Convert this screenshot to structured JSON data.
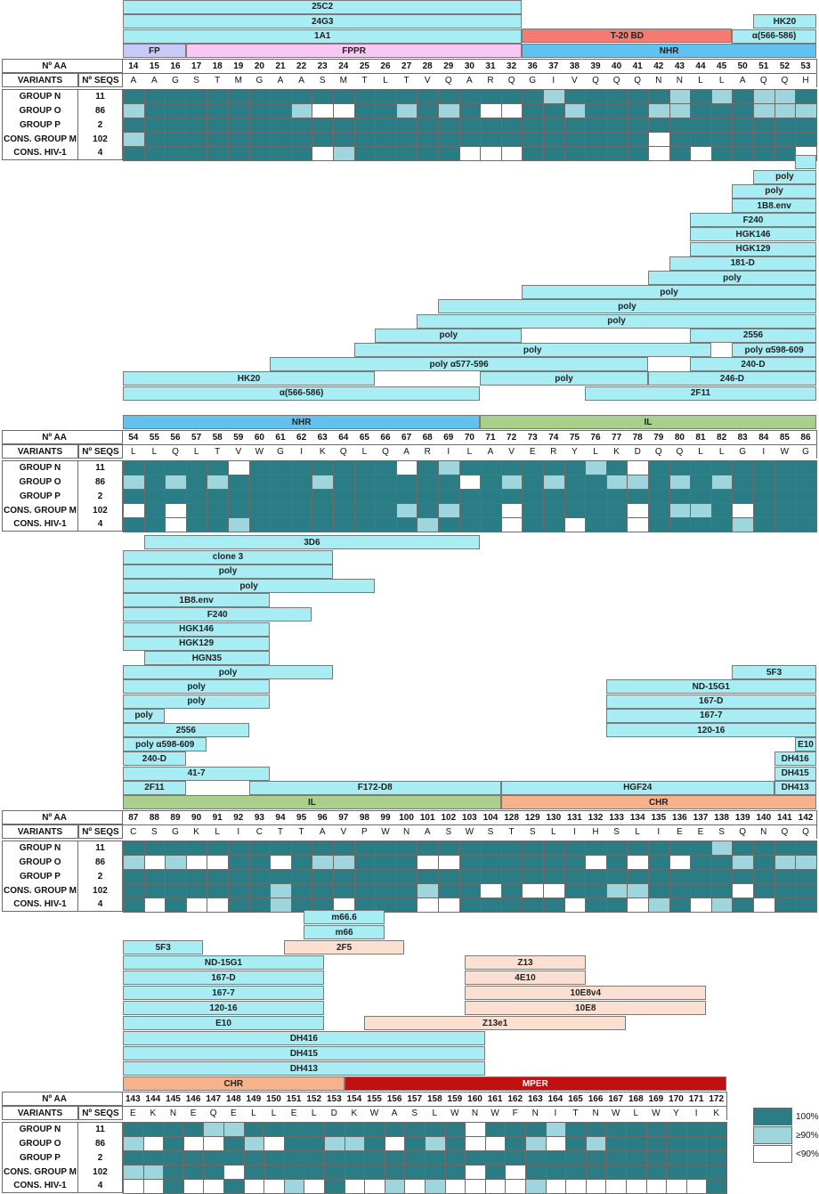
{
  "colors": {
    "dark": "#2a7d84",
    "mid": "#9fd6de",
    "light": "#ffffff",
    "bar": "#a8ecf4",
    "fp": "#c9c9f7",
    "fppr": "#f9c7f4",
    "t20": "#f27b72",
    "nhr": "#61c2f0",
    "il": "#a7d08b",
    "chr": "#f6b28a",
    "mper": "#c20f0f",
    "peach": "#fbe0d2"
  },
  "labels": {
    "aa": "Nº AA",
    "variants": "VARIANTS",
    "seqs": "Nº SEQS"
  },
  "groups": [
    {
      "name": "GROUP N",
      "seqs": "11"
    },
    {
      "name": "GROUP O",
      "seqs": "86"
    },
    {
      "name": "GROUP P",
      "seqs": "2"
    },
    {
      "name": "CONS. GROUP M",
      "seqs": "102"
    },
    {
      "name": "CONS. HIV-1",
      "seqs": "4"
    }
  ],
  "legend": [
    {
      "key": "dark",
      "label": "100%"
    },
    {
      "key": "mid",
      "label": "≥90%"
    },
    {
      "key": "light",
      "label": "<90%"
    }
  ],
  "panels": [
    {
      "pos": [
        "14",
        "15",
        "16",
        "17",
        "18",
        "19",
        "20",
        "21",
        "22",
        "23",
        "24",
        "25",
        "26",
        "27",
        "28",
        "29",
        "30",
        "31",
        "32",
        "36",
        "37",
        "38",
        "39",
        "40",
        "41",
        "42",
        "43",
        "44",
        "45",
        "50",
        "51",
        "52",
        "53"
      ],
      "aa": [
        "A",
        "A",
        "G",
        "S",
        "T",
        "M",
        "G",
        "A",
        "A",
        "S",
        "M",
        "T",
        "L",
        "T",
        "V",
        "Q",
        "A",
        "R",
        "Q",
        "G",
        "I",
        "V",
        "Q",
        "Q",
        "Q",
        "N",
        "N",
        "L",
        "L",
        "A",
        "Q",
        "Q",
        "H"
      ],
      "cells": [
        "DDDDDDDDDDDDDDDDDDDDMDDDDDMDMDMMD",
        "MDDDDDDDMLLDDMDMDLLDDMDDDMMDDDMMM",
        "DDDDDDDDDDDDDDDDDDDDDDDDDDDDDDDDD",
        "MDDDDDDDDDDDDDDDDDDDDDDDDLDDDDDDD",
        "DDDDDDDDDLMDDDDDLLLDDDDDDLDLDDDDL"
      ],
      "regions": [
        {
          "label": "FP",
          "from": 0,
          "to": 2,
          "color": "fp"
        },
        {
          "label": "FPPR",
          "from": 3,
          "to": 18,
          "color": "fppr"
        },
        {
          "label": "T-20 BD",
          "from": 19,
          "to": 28,
          "color": "t20"
        },
        {
          "label": "NHR",
          "from": 19,
          "to": 32,
          "color": "nhr"
        }
      ],
      "bars": [
        {
          "label": "25C2",
          "from": 0,
          "to": 18,
          "row": 3,
          "color": "bar"
        },
        {
          "label": "24G3",
          "from": 0,
          "to": 18,
          "row": 2,
          "color": "bar"
        },
        {
          "label": "HK20",
          "from": 30,
          "to": 32,
          "row": 2,
          "color": "bar"
        },
        {
          "label": "1A1",
          "from": 0,
          "to": 18,
          "row": 1,
          "color": "bar"
        },
        {
          "label": "α(566-586)",
          "from": 29,
          "to": 32,
          "row": 1,
          "color": "bar"
        }
      ]
    },
    {
      "pos": [
        "54",
        "55",
        "56",
        "57",
        "58",
        "59",
        "60",
        "61",
        "62",
        "63",
        "64",
        "65",
        "66",
        "67",
        "68",
        "69",
        "70",
        "71",
        "72",
        "73",
        "74",
        "75",
        "76",
        "77",
        "78",
        "79",
        "80",
        "81",
        "82",
        "83",
        "84",
        "85",
        "86"
      ],
      "aa": [
        "L",
        "L",
        "Q",
        "L",
        "T",
        "V",
        "W",
        "G",
        "I",
        "K",
        "Q",
        "L",
        "Q",
        "A",
        "R",
        "I",
        "L",
        "A",
        "V",
        "E",
        "R",
        "Y",
        "L",
        "K",
        "D",
        "Q",
        "Q",
        "L",
        "L",
        "G",
        "I",
        "W",
        "G"
      ],
      "cells": [
        "DDDDDLDDDDDDDLDMDDDDDDMDLDDDDDDDD",
        "MDMDMDDDDMDDDDDDLDMDMDDMMDMDMDDDD",
        "DDDDDDDDDDDDDDDDDDDDDDDDDDDDDDDDD",
        "LDLDDDDDDDDDDMDMDDLDDDDDLDMMDLDDD",
        "DDLDDMDDDDDDDDMDDDLDDLDDLDDDDMDDD"
      ],
      "regions": [
        {
          "label": "NHR",
          "from": 0,
          "to": 16,
          "color": "nhr"
        },
        {
          "label": "IL",
          "from": 17,
          "to": 32,
          "color": "il"
        }
      ],
      "bars": [
        {
          "label": "",
          "from": 32,
          "to": 32,
          "row": 18,
          "color": "bar"
        },
        {
          "label": "poly",
          "from": 30,
          "to": 32,
          "row": 17,
          "color": "bar"
        },
        {
          "label": "poly",
          "from": 29,
          "to": 32,
          "row": 16,
          "color": "bar"
        },
        {
          "label": "1B8.env",
          "from": 29,
          "to": 32,
          "row": 15,
          "color": "bar"
        },
        {
          "label": "F240",
          "from": 27,
          "to": 32,
          "row": 14,
          "color": "bar"
        },
        {
          "label": "HGK146",
          "from": 27,
          "to": 32,
          "row": 13,
          "color": "bar"
        },
        {
          "label": "HGK129",
          "from": 27,
          "to": 32,
          "row": 12,
          "color": "bar"
        },
        {
          "label": "181-D",
          "from": 26,
          "to": 32,
          "row": 11,
          "color": "bar"
        },
        {
          "label": "poly",
          "from": 25,
          "to": 32,
          "row": 10,
          "color": "bar"
        },
        {
          "label": "poly",
          "from": 19,
          "to": 32,
          "row": 9,
          "color": "bar"
        },
        {
          "label": "poly",
          "from": 15,
          "to": 32,
          "row": 8,
          "color": "bar"
        },
        {
          "label": "poly",
          "from": 14,
          "to": 32,
          "row": 7,
          "color": "bar"
        },
        {
          "label": "poly",
          "from": 12,
          "to": 18,
          "row": 6,
          "color": "bar"
        },
        {
          "label": "2556",
          "from": 27,
          "to": 32,
          "row": 6,
          "color": "bar"
        },
        {
          "label": "poly",
          "from": 11,
          "to": 27,
          "row": 5,
          "color": "bar"
        },
        {
          "label": "poly α598-609",
          "from": 29,
          "to": 32,
          "row": 5,
          "color": "bar"
        },
        {
          "label": "poly α577-596",
          "from": 7,
          "to": 24,
          "row": 4,
          "color": "bar"
        },
        {
          "label": "240-D",
          "from": 27,
          "to": 32,
          "row": 4,
          "color": "bar"
        },
        {
          "label": "HK20",
          "from": 0,
          "to": 11,
          "row": 3,
          "color": "bar"
        },
        {
          "label": "poly",
          "from": 17,
          "to": 24,
          "row": 3,
          "color": "bar"
        },
        {
          "label": "246-D",
          "from": 25,
          "to": 32,
          "row": 3,
          "color": "bar"
        },
        {
          "label": "α(566-586)",
          "from": 0,
          "to": 16,
          "row": 2,
          "color": "bar"
        },
        {
          "label": "2F11",
          "from": 22,
          "to": 32,
          "row": 2,
          "color": "bar"
        }
      ]
    },
    {
      "pos": [
        "87",
        "88",
        "89",
        "90",
        "91",
        "92",
        "93",
        "94",
        "95",
        "96",
        "97",
        "98",
        "99",
        "100",
        "101",
        "102",
        "103",
        "104",
        "128",
        "129",
        "130",
        "131",
        "132",
        "133",
        "134",
        "135",
        "136",
        "137",
        "138",
        "139",
        "140",
        "141",
        "142"
      ],
      "aa": [
        "C",
        "S",
        "G",
        "K",
        "L",
        "I",
        "C",
        "T",
        "T",
        "A",
        "V",
        "P",
        "W",
        "N",
        "A",
        "S",
        "W",
        "S",
        "T",
        "S",
        "L",
        "I",
        "H",
        "S",
        "L",
        "I",
        "E",
        "E",
        "S",
        "Q",
        "N",
        "Q",
        "Q"
      ],
      "cells": [
        "DDDDDDDDDDDDDDDDDDDDDDDDDDDDMDDDD",
        "MLMLLDDLDMMDDDLLDDDDDDLDLDLDDMDMM",
        "DDDDDDDDDDDDDDDDDDDDDDDDDDDDDDDDD",
        "DDDDDDDMDDDDDDMDDLDLLDDMMDDDDLDDD",
        "DLDLLDDMDDLDDDLLDDDDDLDDLMDLMDLDD"
      ],
      "regions": [
        {
          "label": "IL",
          "from": 0,
          "to": 17,
          "color": "il"
        },
        {
          "label": "CHR",
          "from": 18,
          "to": 32,
          "color": "chr"
        }
      ],
      "bars": [
        {
          "label": "3D6",
          "from": 1,
          "to": 16,
          "row": 18,
          "color": "bar"
        },
        {
          "label": "clone 3",
          "from": 0,
          "to": 9,
          "row": 17,
          "color": "bar"
        },
        {
          "label": "poly",
          "from": 0,
          "to": 9,
          "row": 16,
          "color": "bar"
        },
        {
          "label": "poly",
          "from": 0,
          "to": 11,
          "row": 15,
          "color": "bar"
        },
        {
          "label": "1B8.env",
          "from": 0,
          "to": 6,
          "row": 14,
          "color": "bar"
        },
        {
          "label": "F240",
          "from": 0,
          "to": 8,
          "row": 13,
          "color": "bar"
        },
        {
          "label": "HGK146",
          "from": 0,
          "to": 6,
          "row": 12,
          "color": "bar"
        },
        {
          "label": "HGK129",
          "from": 0,
          "to": 6,
          "row": 11,
          "color": "bar"
        },
        {
          "label": "HGN35",
          "from": 1,
          "to": 6,
          "row": 10,
          "color": "bar"
        },
        {
          "label": "poly",
          "from": 0,
          "to": 9,
          "row": 9,
          "color": "bar"
        },
        {
          "label": "5F3",
          "from": 29,
          "to": 32,
          "row": 9,
          "color": "bar"
        },
        {
          "label": "poly",
          "from": 0,
          "to": 6,
          "row": 8,
          "color": "bar"
        },
        {
          "label": "ND-15G1",
          "from": 23,
          "to": 32,
          "row": 8,
          "color": "bar"
        },
        {
          "label": "poly",
          "from": 0,
          "to": 6,
          "row": 7,
          "color": "bar"
        },
        {
          "label": "167-D",
          "from": 23,
          "to": 32,
          "row": 7,
          "color": "bar"
        },
        {
          "label": "poly",
          "from": 0,
          "to": 1,
          "row": 6,
          "color": "bar"
        },
        {
          "label": "167-7",
          "from": 23,
          "to": 32,
          "row": 6,
          "color": "bar"
        },
        {
          "label": "2556",
          "from": 0,
          "to": 5,
          "row": 5,
          "color": "bar"
        },
        {
          "label": "120-16",
          "from": 23,
          "to": 32,
          "row": 5,
          "color": "bar"
        },
        {
          "label": "poly α598-609",
          "from": 0,
          "to": 3,
          "row": 4,
          "color": "bar"
        },
        {
          "label": "E10",
          "from": 32,
          "to": 32,
          "row": 4,
          "color": "bar"
        },
        {
          "label": "240-D",
          "from": 0,
          "to": 2,
          "row": 3,
          "color": "bar"
        },
        {
          "label": "DH416",
          "from": 31,
          "to": 32,
          "row": 3,
          "color": "bar"
        },
        {
          "label": "41-7",
          "from": 0,
          "to": 6,
          "row": 2,
          "color": "bar"
        },
        {
          "label": "DH415",
          "from": 31,
          "to": 32,
          "row": 2,
          "color": "bar"
        },
        {
          "label": "2F11",
          "from": 0,
          "to": 2,
          "row": 1,
          "color": "bar"
        },
        {
          "label": "F172-D8",
          "from": 6,
          "to": 17,
          "row": 1,
          "color": "bar"
        },
        {
          "label": "HGF24",
          "from": 18,
          "to": 30,
          "row": 1,
          "color": "bar"
        },
        {
          "label": "DH413",
          "from": 31,
          "to": 32,
          "row": 1,
          "color": "bar"
        }
      ]
    },
    {
      "pos": [
        "143",
        "144",
        "145",
        "146",
        "147",
        "148",
        "149",
        "150",
        "151",
        "152",
        "153",
        "154",
        "155",
        "156",
        "157",
        "158",
        "159",
        "160",
        "161",
        "162",
        "163",
        "164",
        "165",
        "166",
        "167",
        "168",
        "169",
        "170",
        "171",
        "172"
      ],
      "aa": [
        "E",
        "K",
        "N",
        "E",
        "Q",
        "E",
        "L",
        "L",
        "E",
        "L",
        "D",
        "K",
        "W",
        "A",
        "S",
        "L",
        "W",
        "N",
        "W",
        "F",
        "N",
        "I",
        "T",
        "N",
        "W",
        "L",
        "W",
        "Y",
        "I",
        "K"
      ],
      "cells": [
        "DDDDMMDDDDDDDDDDDLDDDMDDDDDDDD",
        "MLDLLDMLDDMMDLDMDLLDMLDMDDDDDD",
        "DDDDDDDDDDDDDDDDDDDDDDDDDDDDDD",
        "MMDDDLDDDDDDDDDDDLDLDDDDDDDDDD",
        "LLDLLDLLMLDLLMLMLLLLMLLLLLLLLD"
      ],
      "regions": [
        {
          "label": "CHR",
          "from": 0,
          "to": 10,
          "color": "chr"
        },
        {
          "label": "MPER",
          "from": 11,
          "to": 29,
          "color": "mper"
        }
      ],
      "bars": [
        {
          "label": "m66.6",
          "from": 9,
          "to": 12,
          "row": 9,
          "color": "bar"
        },
        {
          "label": "m66",
          "from": 9,
          "to": 12,
          "row": 8,
          "color": "bar"
        },
        {
          "label": "2F5",
          "from": 8,
          "to": 13,
          "row": 7,
          "color": "peach"
        },
        {
          "label": "5F3",
          "from": 0,
          "to": 3,
          "row": 7,
          "color": "bar"
        },
        {
          "label": "ND-15G1",
          "from": 0,
          "to": 9,
          "row": 6,
          "color": "bar"
        },
        {
          "label": "Z13",
          "from": 17,
          "to": 22,
          "row": 6,
          "color": "peach"
        },
        {
          "label": "167-D",
          "from": 0,
          "to": 9,
          "row": 5,
          "color": "bar"
        },
        {
          "label": "4E10",
          "from": 17,
          "to": 22,
          "row": 5,
          "color": "peach"
        },
        {
          "label": "167-7",
          "from": 0,
          "to": 9,
          "row": 4,
          "color": "bar"
        },
        {
          "label": "10E8v4",
          "from": 17,
          "to": 28,
          "row": 4,
          "color": "peach"
        },
        {
          "label": "120-16",
          "from": 0,
          "to": 9,
          "row": 3,
          "color": "bar"
        },
        {
          "label": "10E8",
          "from": 17,
          "to": 28,
          "row": 3,
          "color": "peach"
        },
        {
          "label": "E10",
          "from": 0,
          "to": 9,
          "row": 2,
          "color": "bar"
        },
        {
          "label": "Z13e1",
          "from": 12,
          "to": 24,
          "row": 2,
          "color": "peach"
        },
        {
          "label": "DH416",
          "from": 0,
          "to": 17,
          "row": 1,
          "color": "bar"
        },
        {
          "label": "DH415",
          "from": 0,
          "to": 17,
          "row": 0,
          "color": "bar"
        },
        {
          "label": "DH413",
          "from": 0,
          "to": 17,
          "row": -1,
          "color": "bar"
        }
      ]
    }
  ]
}
